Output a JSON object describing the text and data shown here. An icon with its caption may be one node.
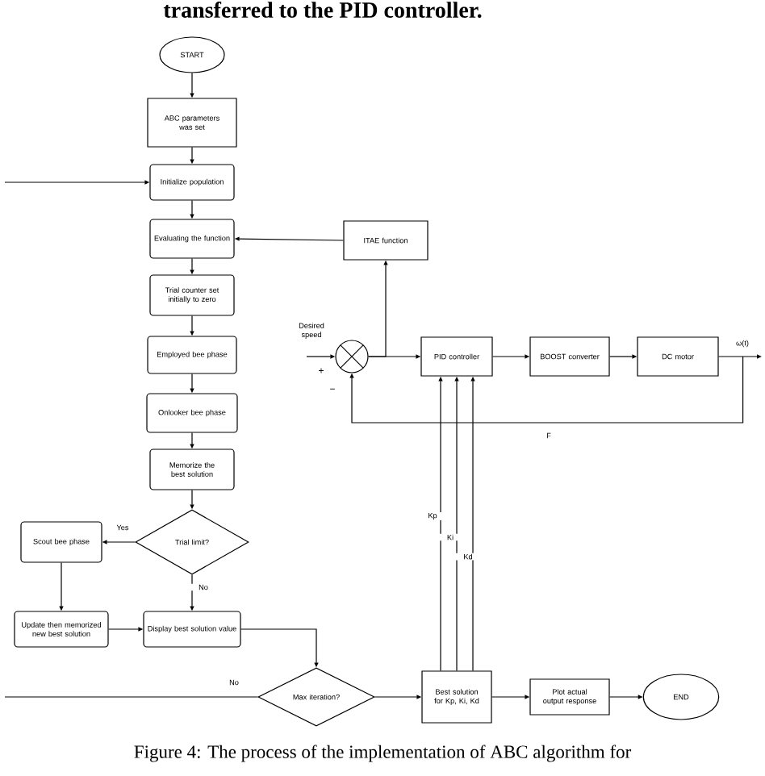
{
  "diagram": {
    "title": "transferred to the PID controller.",
    "caption": "Figure 4: The process of the implementation of ABC algorithm for",
    "nodes": [
      {
        "text": [
          "START"
        ]
      },
      {
        "text": [
          "ABC parameters was set"
        ]
      },
      {
        "text": [
          "Initialize population"
        ]
      },
      {
        "text": [
          "Evaluating the function"
        ]
      },
      {
        "text": [
          "Trial counter set initially to zero"
        ]
      },
      {
        "text": [
          "Employed bee phase"
        ]
      },
      {
        "text": [
          "Onlooker bee phase"
        ]
      },
      {
        "text": [
          "Memorize the best solution"
        ]
      },
      {
        "text": [
          "Trial limit?"
        ]
      },
      {
        "text": [
          "Scout bee phase"
        ]
      },
      {
        "text": [
          "Update then memorized new best solution"
        ]
      },
      {
        "text": [
          "Display best solution value"
        ]
      },
      {
        "text": [
          "Max iteration?"
        ]
      },
      {
        "text": [
          "Best solution for Kp, Ki, Kd"
        ]
      },
      {
        "text": [
          "Plot actual output response"
        ]
      },
      {
        "text": [
          "END"
        ]
      },
      {
        "text": [
          "ITAE function"
        ]
      },
      {
        "text": [],
        "shape": "circle"
      },
      {
        "text": [
          "PID controller"
        ]
      },
      {
        "text": [
          "BOOST converter"
        ]
      },
      {
        "text": [
          "DC motor"
        ]
      }
    ],
    "edges": [
      {
        "from": 0,
        "to": 1,
        "arrow": "to"
      },
      {
        "from": 1,
        "to": 2,
        "arrow": "to"
      },
      {
        "from": 2,
        "to": 3,
        "arrow": "to"
      },
      {
        "from": 3,
        "to": 4,
        "arrow": "to"
      },
      {
        "from": 4,
        "to": 5,
        "arrow": "to"
      },
      {
        "from": 5,
        "to": 6,
        "arrow": "to"
      },
      {
        "from": 6,
        "to": 7,
        "arrow": "to"
      },
      {
        "from": 7,
        "to": 8,
        "arrow": "to"
      },
      {
        "from": 8,
        "to": 9,
        "arrow": "to",
        "label": "Yes"
      },
      {
        "from": 8,
        "to": 11,
        "arrow": "to",
        "label": "No"
      },
      {
        "from": 9,
        "to": 10,
        "arrow": "to"
      },
      {
        "from": 10,
        "to": 11,
        "arrow": "to"
      },
      {
        "from": 11,
        "to": 12,
        "arrow": "to"
      },
      {
        "from": 12,
        "to": null,
        "arrow": "none",
        "label": "No"
      },
      {
        "from": null,
        "to": 2,
        "arrow": "to"
      },
      {
        "from": 12,
        "to": 13,
        "arrow": "to"
      },
      {
        "from": 13,
        "to": 14,
        "arrow": "to"
      },
      {
        "from": 14,
        "to": 15,
        "arrow": "to"
      },
      {
        "from": 13,
        "to": 18,
        "arrow": "to",
        "label": "Kp"
      },
      {
        "from": 13,
        "to": 18,
        "arrow": "to",
        "label": "Ki"
      },
      {
        "from": 13,
        "to": 18,
        "arrow": "to",
        "label": "Kd"
      },
      {
        "from": 16,
        "to": 3,
        "arrow": "to"
      },
      {
        "from": 17,
        "to": 16,
        "arrow": "to"
      },
      {
        "from": 17,
        "to": 18,
        "arrow": "to"
      },
      {
        "from": 18,
        "to": 19,
        "arrow": "to"
      },
      {
        "from": 19,
        "to": 20,
        "arrow": "to"
      },
      {
        "from": 20,
        "to": null,
        "arrow": "to",
        "label": "ω(t)"
      },
      {
        "from": 20,
        "to": 17,
        "arrow": "to",
        "label": "F"
      },
      {
        "from": null,
        "to": 17,
        "arrow": "to",
        "label": "Desired speed"
      }
    ],
    "labels": [
      "+",
      "−"
    ]
  }
}
